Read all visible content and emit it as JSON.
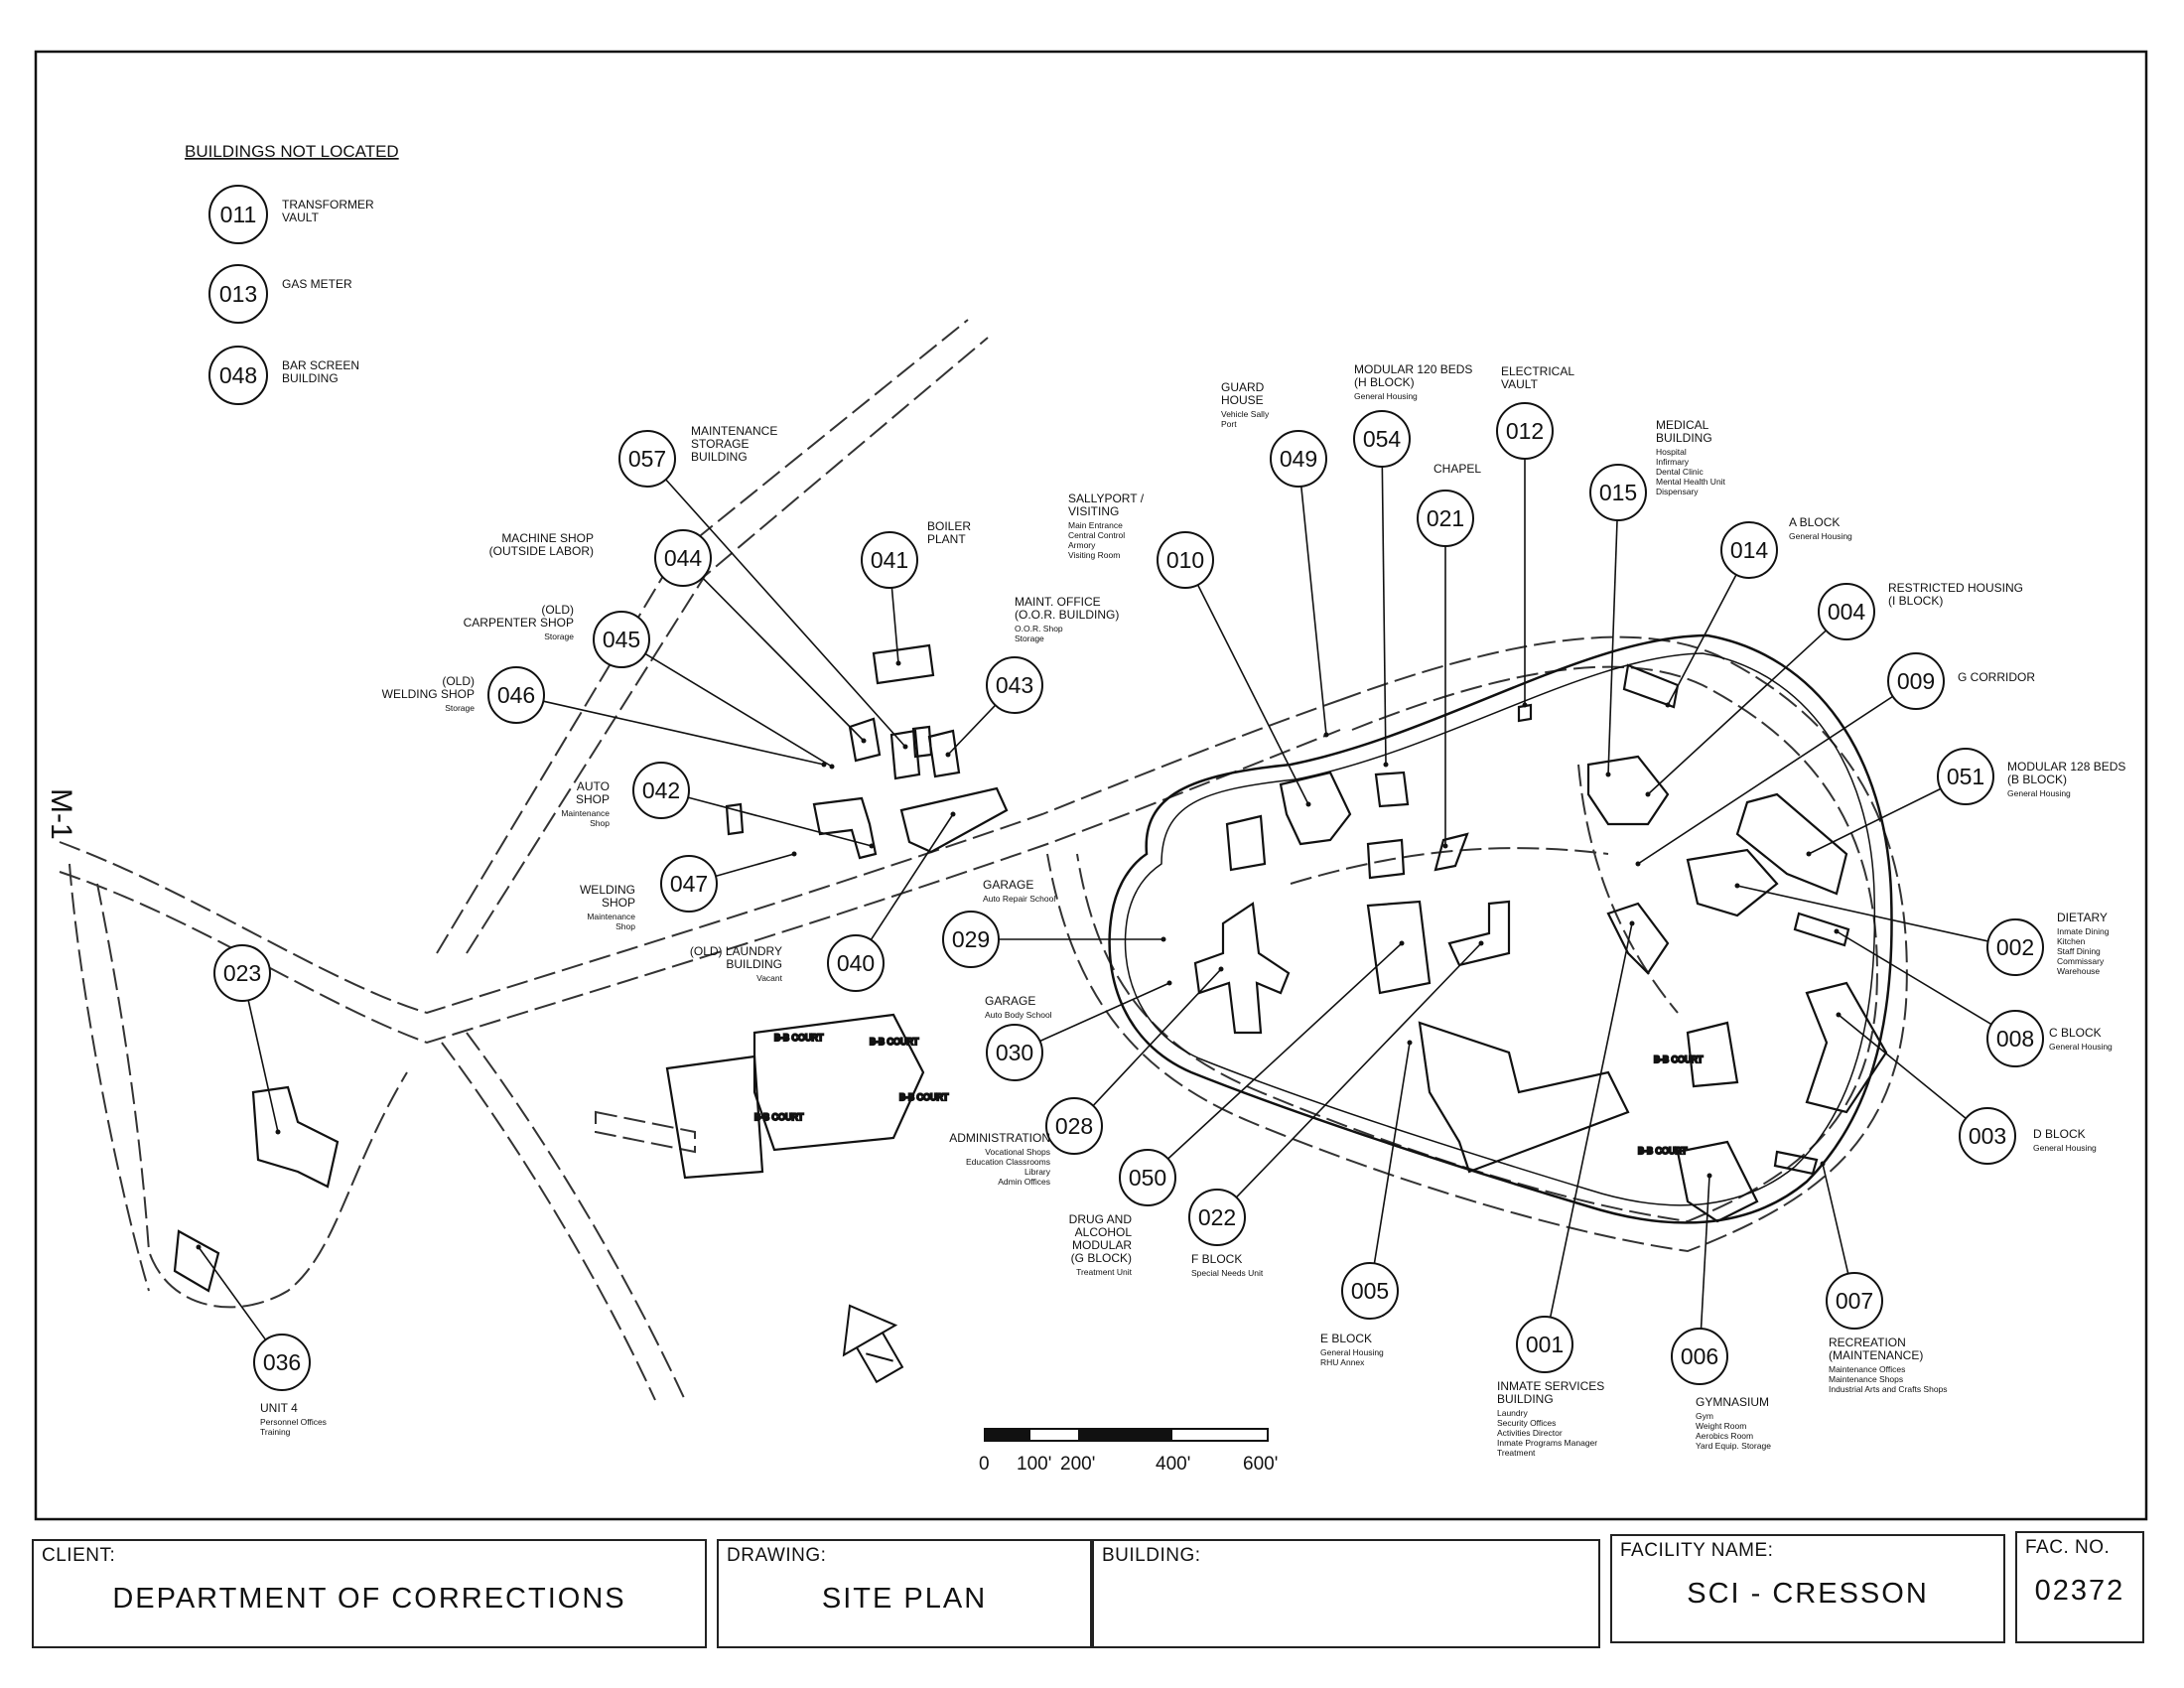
{
  "legend": {
    "title": "BUILDINGS NOT LOCATED",
    "items": [
      {
        "num": "011",
        "label": [
          "TRANSFORMER",
          "VAULT"
        ]
      },
      {
        "num": "013",
        "label": [
          "GAS METER"
        ]
      },
      {
        "num": "048",
        "label": [
          "BAR SCREEN",
          "BUILDING"
        ]
      }
    ]
  },
  "road_label": "M-1",
  "buildings": [
    {
      "num": "057",
      "name": [
        "MAINTENANCE",
        "STORAGE",
        "BUILDING"
      ],
      "desc": []
    },
    {
      "num": "044",
      "name": [
        "MACHINE SHOP",
        "(OUTSIDE LABOR)"
      ],
      "desc": []
    },
    {
      "num": "045",
      "name": [
        "(OLD)",
        "CARPENTER SHOP"
      ],
      "desc": [
        "Storage"
      ]
    },
    {
      "num": "046",
      "name": [
        "(OLD)",
        "WELDING SHOP"
      ],
      "desc": [
        "Storage"
      ]
    },
    {
      "num": "041",
      "name": [
        "BOILER",
        "PLANT"
      ],
      "desc": []
    },
    {
      "num": "043",
      "name": [
        "MAINT. OFFICE",
        "(O.O.R. BUILDING)"
      ],
      "desc": [
        "O.O.R. Shop",
        "Storage"
      ]
    },
    {
      "num": "042",
      "name": [
        "AUTO",
        "SHOP"
      ],
      "desc": [
        "Maintenance",
        "Shop"
      ]
    },
    {
      "num": "047",
      "name": [
        "WELDING",
        "SHOP"
      ],
      "desc": [
        "Maintenance",
        "Shop"
      ]
    },
    {
      "num": "040",
      "name": [
        "(OLD) LAUNDRY",
        "BUILDING"
      ],
      "desc": [
        "Vacant"
      ]
    },
    {
      "num": "029",
      "name": [
        "GARAGE"
      ],
      "desc": [
        "Auto Repair School"
      ]
    },
    {
      "num": "030",
      "name": [
        "GARAGE"
      ],
      "desc": [
        "Auto Body School"
      ]
    },
    {
      "num": "028",
      "name": [
        "ADMINISTRATION"
      ],
      "desc": [
        "Vocational Shops",
        "Education Classrooms",
        "Library",
        "Admin Offices"
      ]
    },
    {
      "num": "050",
      "name": [
        "DRUG AND",
        "ALCOHOL",
        "MODULAR",
        "(G BLOCK)"
      ],
      "desc": [
        "Treatment Unit"
      ]
    },
    {
      "num": "022",
      "name": [
        "F BLOCK"
      ],
      "desc": [
        "Special Needs Unit"
      ]
    },
    {
      "num": "023",
      "name": [],
      "desc": []
    },
    {
      "num": "036",
      "name": [
        "UNIT 4"
      ],
      "desc": [
        "Personnel Offices",
        "Training"
      ]
    },
    {
      "num": "010",
      "name": [
        "SALLYPORT /",
        "VISITING"
      ],
      "desc": [
        "Main Entrance",
        "Central Control",
        "Armory",
        "Visiting Room"
      ]
    },
    {
      "num": "049",
      "name": [
        "GUARD",
        "HOUSE"
      ],
      "desc": [
        "Vehicle Sally",
        "Port"
      ]
    },
    {
      "num": "054",
      "name": [
        "MODULAR 120 BEDS",
        "(H BLOCK)"
      ],
      "desc": [
        "General Housing"
      ]
    },
    {
      "num": "012",
      "name": [
        "ELECTRICAL",
        "VAULT"
      ],
      "desc": []
    },
    {
      "num": "021",
      "name": [
        "CHAPEL"
      ],
      "desc": []
    },
    {
      "num": "015",
      "name": [
        "MEDICAL",
        "BUILDING"
      ],
      "desc": [
        "Hospital",
        "Infirmary",
        "Dental Clinic",
        "Mental Health Unit",
        "Dispensary"
      ]
    },
    {
      "num": "014",
      "name": [
        "A BLOCK"
      ],
      "desc": [
        "General Housing"
      ]
    },
    {
      "num": "004",
      "name": [
        "RESTRICTED HOUSING",
        "(I BLOCK)"
      ],
      "desc": []
    },
    {
      "num": "009",
      "name": [
        "G CORRIDOR"
      ],
      "desc": []
    },
    {
      "num": "051",
      "name": [
        "MODULAR 128 BEDS",
        "(B BLOCK)"
      ],
      "desc": [
        "General Housing"
      ]
    },
    {
      "num": "002",
      "name": [
        "DIETARY"
      ],
      "desc": [
        "Inmate Dining",
        "Kitchen",
        "Staff Dining",
        "Commissary",
        "Warehouse"
      ]
    },
    {
      "num": "008",
      "name": [
        "C BLOCK"
      ],
      "desc": [
        "General Housing"
      ]
    },
    {
      "num": "003",
      "name": [
        "D BLOCK"
      ],
      "desc": [
        "General Housing"
      ]
    },
    {
      "num": "007",
      "name": [
        "RECREATION",
        "(MAINTENANCE)"
      ],
      "desc": [
        "Maintenance Offices",
        "Maintenance Shops",
        "Industrial Arts and Crafts Shops"
      ]
    },
    {
      "num": "006",
      "name": [
        "GYMNASIUM"
      ],
      "desc": [
        "Gym",
        "Weight Room",
        "Aerobics Room",
        "Yard Equip. Storage"
      ]
    },
    {
      "num": "001",
      "name": [
        "INMATE SERVICES",
        "BUILDING"
      ],
      "desc": [
        "Laundry",
        "Security Offices",
        "Activities Director",
        "Inmate Programs Manager",
        "Treatment"
      ]
    },
    {
      "num": "005",
      "name": [
        "E BLOCK"
      ],
      "desc": [
        "General Housing",
        "RHU Annex"
      ]
    }
  ],
  "court_label": "B-B COURT",
  "scale": {
    "ticks": [
      "0",
      "100'",
      "200'",
      "400'",
      "600'"
    ]
  },
  "title_block": {
    "client_label": "CLIENT:",
    "client_value": "DEPARTMENT OF CORRECTIONS",
    "drawing_label": "DRAWING:",
    "drawing_value": "SITE PLAN",
    "building_label": "BUILDING:",
    "building_value": "",
    "facility_label": "FACILITY NAME:",
    "facility_value": "SCI  -  CRESSON",
    "facno_label": "FAC. NO.",
    "facno_value": "02372"
  }
}
